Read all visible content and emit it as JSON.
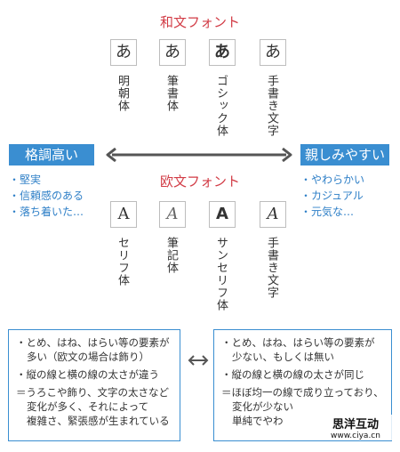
{
  "japanese_fonts": {
    "title": "和文フォント",
    "items": [
      {
        "glyph": "あ",
        "label": "明朝体",
        "style": "serif"
      },
      {
        "glyph": "あ",
        "label": "筆書体",
        "style": "hand"
      },
      {
        "glyph": "あ",
        "label": "ゴシック体",
        "style": "bold"
      },
      {
        "glyph": "あ",
        "label": "手書き文字",
        "style": "hand"
      }
    ]
  },
  "western_fonts": {
    "title": "欧文フォント",
    "items": [
      {
        "glyph": "A",
        "label": "セリフ体",
        "style": "serif"
      },
      {
        "glyph": "A",
        "label": "筆記体",
        "style": "hand"
      },
      {
        "glyph": "A",
        "label": "サンセリフ体",
        "style": "bold"
      },
      {
        "glyph": "A",
        "label": "手書き文字",
        "style": "hand"
      }
    ]
  },
  "left_badge": "格調高い",
  "right_badge": "親しみやすい",
  "left_traits": [
    "堅実",
    "信頼感のある",
    "落ち着いた…"
  ],
  "right_traits": [
    "やわらかい",
    "カジュアル",
    "元気な…"
  ],
  "left_notes": {
    "line1": "・とめ、はね、はらい等の要素が",
    "line1b": "多い（欧文の場合は飾り）",
    "line2": "・縦の線と横の線の太さが違う",
    "line3": "＝うろこや飾り、文字の太さなど",
    "line3b": "変化が多く、それによって",
    "line3c": "複雑さ、緊張感が生まれている"
  },
  "right_notes": {
    "line1": "・とめ、はね、はらい等の要素が",
    "line1b": "少ない、もしくは無い",
    "line2": "・縦の線と横の線の太さが同じ",
    "line3": "＝ほぼ均一の線で成り立っており、",
    "line3b": "変化が少ない",
    "line3c": "単純でやわ"
  },
  "watermark": {
    "name": "思洋互动",
    "url": "www.ciya.cn"
  },
  "colors": {
    "title": "#d23c46",
    "accent": "#3a8ed1",
    "arrow": "#555555"
  }
}
